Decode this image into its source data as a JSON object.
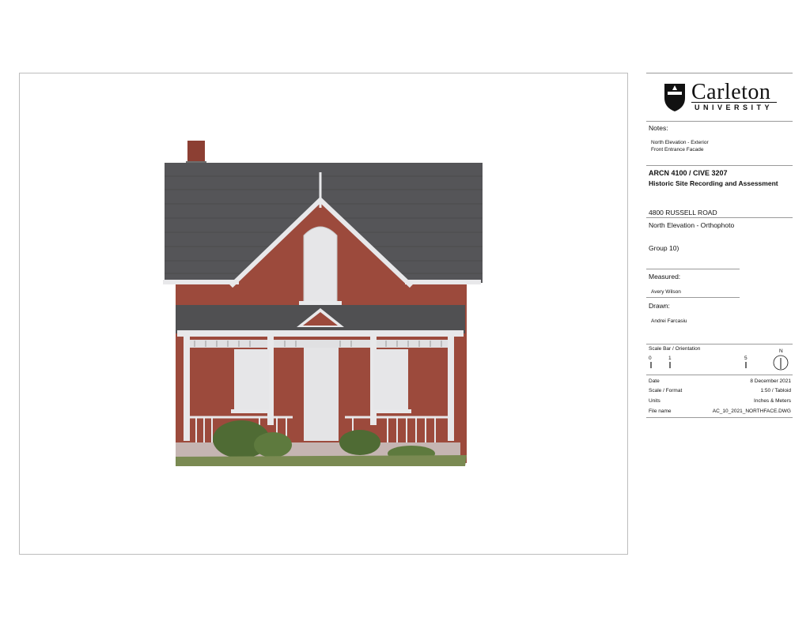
{
  "logo": {
    "name": "Carleton",
    "sub": "UNIVERSITY"
  },
  "notes": {
    "label": "Notes:",
    "line1": "North Elevation - Exterior",
    "line2": "Front Entrance Facade"
  },
  "course": {
    "code": "ARCN 4100 / CIVE 3207",
    "title": "Historic Site Recording and Assessment"
  },
  "site": {
    "address": "4800 RUSSELL ROAD",
    "view": "North Elevation - Orthophoto"
  },
  "group": "Group 10)",
  "measured": {
    "label": "Measured:",
    "name": "Avery Wilson"
  },
  "drawn": {
    "label": "Drawn:",
    "name": "Andrei Farcasiu"
  },
  "scale_bar": {
    "label": "Scale Bar / Orientation",
    "t0": "0",
    "t1": "1",
    "t5": "5",
    "north": "N"
  },
  "info": [
    {
      "key": "Date",
      "value": "8 December 2021"
    },
    {
      "key": "Scale / Format",
      "value": "1:50 / Tabloid"
    },
    {
      "key": "Units",
      "value": "Inches & Meters"
    },
    {
      "key": "File name",
      "value": "AC_10_2021_NORTHFACE.DWG"
    }
  ],
  "colors": {
    "brick": "#9c4a3c",
    "roof": "#4f4f52",
    "trim": "#e8e8ea",
    "shrub": "#4f6b34"
  },
  "icons": {
    "logo": "carleton-shield-icon",
    "north": "north-arrow-icon"
  }
}
